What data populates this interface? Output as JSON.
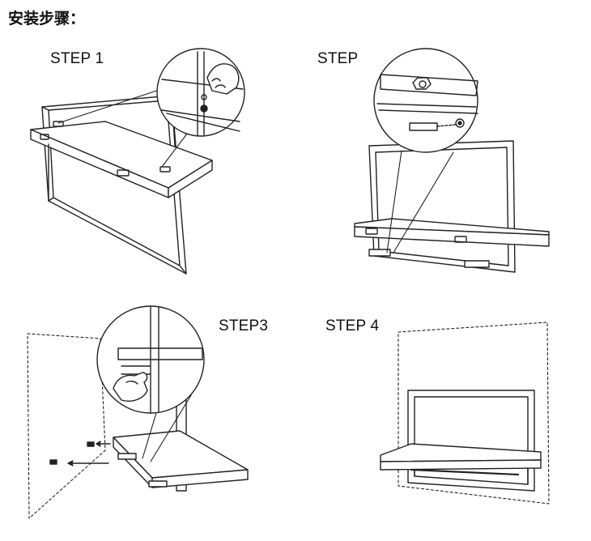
{
  "heading": "安装步骤：",
  "steps": [
    {
      "label": "STEP 1"
    },
    {
      "label": "STEP"
    },
    {
      "label": "STEP3"
    },
    {
      "label": "STEP 4"
    }
  ]
}
